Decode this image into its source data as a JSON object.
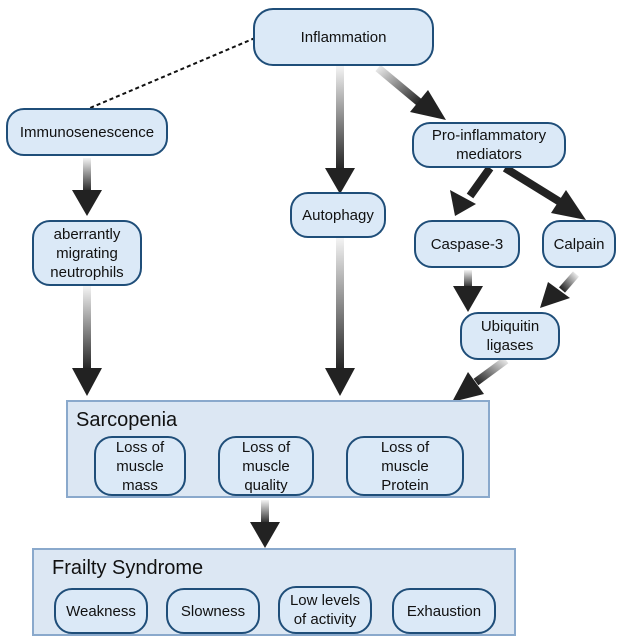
{
  "nodes": {
    "inflammation": "Inflammation",
    "immunosenescence": "Immunosenescence",
    "pro_inflammatory": "Pro-inflammatory\nmediators",
    "autophagy": "Autophagy",
    "neutrophils": "aberrantly\nmigrating\nneutrophils",
    "caspase": "Caspase-3",
    "calpain": "Calpain",
    "ubiquitin": "Ubiquitin\nligases"
  },
  "sarcopenia": {
    "title": "Sarcopenia",
    "items": [
      "Loss of\nmuscle\nmass",
      "Loss of\nmuscle\nquality",
      "Loss of\nmuscle\nProtein"
    ]
  },
  "frailty": {
    "title": "Frailty Syndrome",
    "items": [
      "Weakness",
      "Slowness",
      "Low levels\nof activity",
      "Exhaustion"
    ]
  },
  "colors": {
    "node_fill": "#dbe9f7",
    "node_border": "#1f4e79",
    "panel_fill": "#dce7f3",
    "panel_border": "#8aa9cc",
    "arrow": "#222222"
  }
}
